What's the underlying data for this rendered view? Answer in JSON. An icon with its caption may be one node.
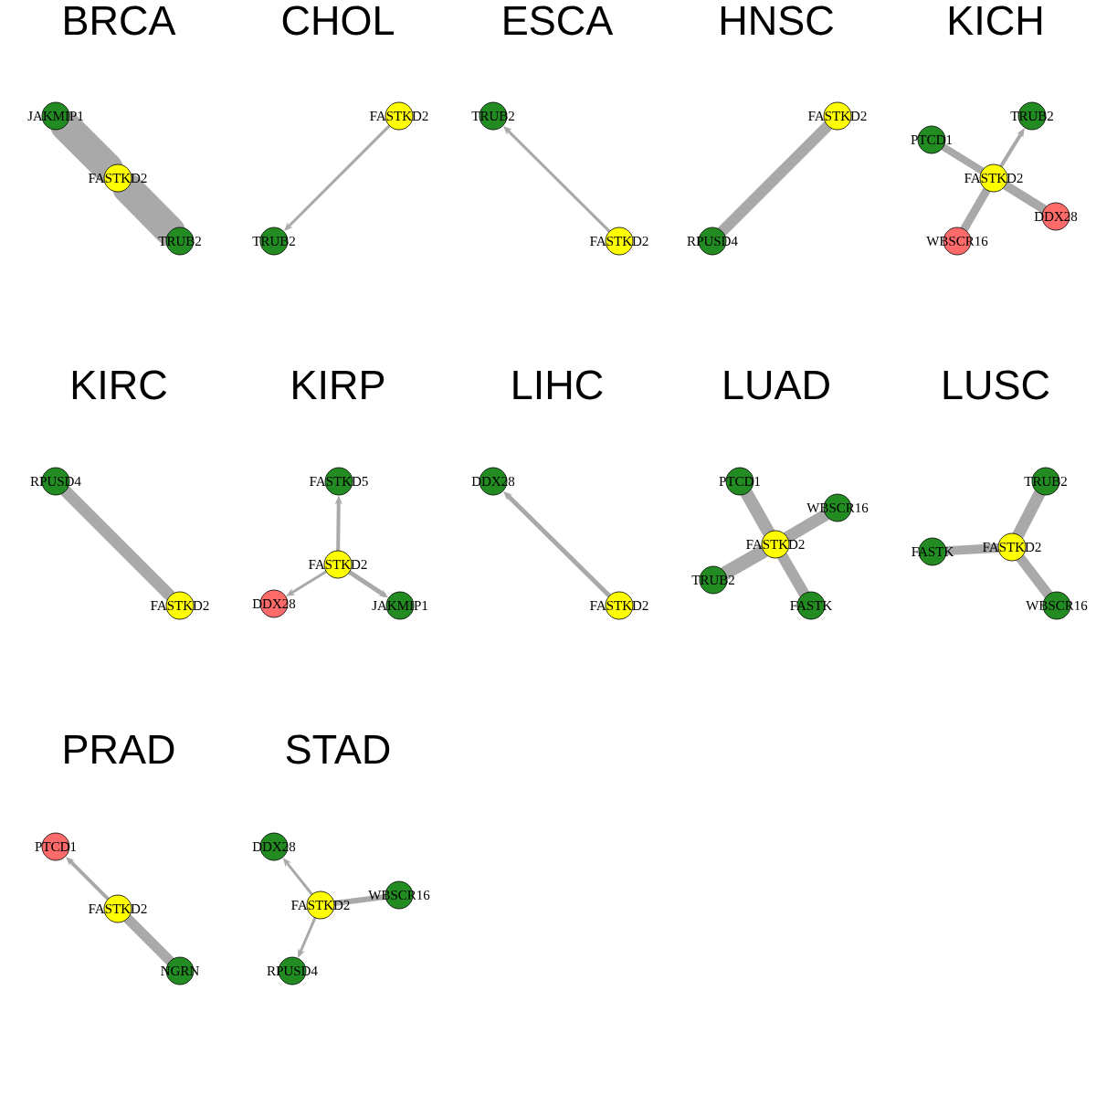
{
  "diagram": {
    "nodes": [
      {
        "text": [
          "JAKMIP1"
        ]
      },
      {
        "text": [
          "FASTKD2"
        ]
      },
      {
        "text": [
          "TRUB2"
        ]
      },
      {
        "text": [
          "FASTKD2"
        ]
      },
      {
        "text": [
          "TRUB2"
        ]
      },
      {
        "text": [
          "TRUB2"
        ]
      },
      {
        "text": [
          "FASTKD2"
        ]
      },
      {
        "text": [
          "FASTKD2"
        ]
      },
      {
        "text": [
          "RPUSD4"
        ]
      },
      {
        "text": [
          "TRUB2"
        ]
      },
      {
        "text": [
          "PTCD1"
        ]
      },
      {
        "text": [
          "FASTKD2"
        ]
      },
      {
        "text": [
          "DDX28"
        ]
      },
      {
        "text": [
          "WBSCR16"
        ]
      },
      {
        "text": [
          "RPUSD4"
        ]
      },
      {
        "text": [
          "FASTKD2"
        ]
      },
      {
        "text": [
          "FASTKD5"
        ]
      },
      {
        "text": [
          "FASTKD2"
        ]
      },
      {
        "text": [
          "DDX28"
        ]
      },
      {
        "text": [
          "JAKMIP1"
        ]
      },
      {
        "text": [
          "DDX28"
        ]
      },
      {
        "text": [
          "FASTKD2"
        ]
      },
      {
        "text": [
          "PTCD1"
        ]
      },
      {
        "text": [
          "WBSCR16"
        ]
      },
      {
        "text": [
          "FASTKD2"
        ]
      },
      {
        "text": [
          "TRUB2"
        ]
      },
      {
        "text": [
          "FASTK"
        ]
      },
      {
        "text": [
          "TRUB2"
        ]
      },
      {
        "text": [
          "FASTK"
        ]
      },
      {
        "text": [
          "FASTKD2"
        ]
      },
      {
        "text": [
          "WBSCR16"
        ]
      },
      {
        "text": [
          "PTCD1"
        ]
      },
      {
        "text": [
          "FASTKD2"
        ]
      },
      {
        "text": [
          "NGRN"
        ]
      },
      {
        "text": [
          "DDX28"
        ]
      },
      {
        "text": [
          "WBSCR16"
        ]
      },
      {
        "text": [
          "FASTKD2"
        ]
      },
      {
        "text": [
          "RPUSD4"
        ]
      }
    ],
    "edges": [
      {
        "from": 1,
        "to": 0,
        "arrow": "none",
        "style": "thick"
      },
      {
        "from": 1,
        "to": 2,
        "arrow": "none",
        "style": "thick"
      },
      {
        "from": 3,
        "to": 4,
        "arrow": "to"
      },
      {
        "from": 6,
        "to": 5,
        "arrow": "to"
      },
      {
        "from": 7,
        "to": 8,
        "arrow": "none"
      },
      {
        "from": 11,
        "to": 9,
        "arrow": "to"
      },
      {
        "from": 11,
        "to": 10,
        "arrow": "none"
      },
      {
        "from": 11,
        "to": 12,
        "arrow": "none"
      },
      {
        "from": 11,
        "to": 13,
        "arrow": "none"
      },
      {
        "from": 15,
        "to": 14,
        "arrow": "none"
      },
      {
        "from": 17,
        "to": 16,
        "arrow": "to"
      },
      {
        "from": 17,
        "to": 18,
        "arrow": "to"
      },
      {
        "from": 17,
        "to": 19,
        "arrow": "to"
      },
      {
        "from": 21,
        "to": 20,
        "arrow": "to"
      },
      {
        "from": 24,
        "to": 22,
        "arrow": "none"
      },
      {
        "from": 24,
        "to": 23,
        "arrow": "none"
      },
      {
        "from": 24,
        "to": 25,
        "arrow": "none"
      },
      {
        "from": 24,
        "to": 26,
        "arrow": "none"
      },
      {
        "from": 29,
        "to": 27,
        "arrow": "none"
      },
      {
        "from": 29,
        "to": 28,
        "arrow": "none"
      },
      {
        "from": 29,
        "to": 30,
        "arrow": "none"
      },
      {
        "from": 32,
        "to": 31,
        "arrow": "to"
      },
      {
        "from": 32,
        "to": 33,
        "arrow": "none"
      },
      {
        "from": 36,
        "to": 34,
        "arrow": "to"
      },
      {
        "from": 36,
        "to": 35,
        "arrow": "none"
      },
      {
        "from": 36,
        "to": 37,
        "arrow": "to"
      }
    ],
    "labels": [
      "BRCA",
      "CHOL",
      "ESCA",
      "HNSC",
      "KICH",
      "KIRC",
      "KIRP",
      "LIHC",
      "LUAD",
      "LUSC",
      "PRAD",
      "STAD"
    ]
  }
}
